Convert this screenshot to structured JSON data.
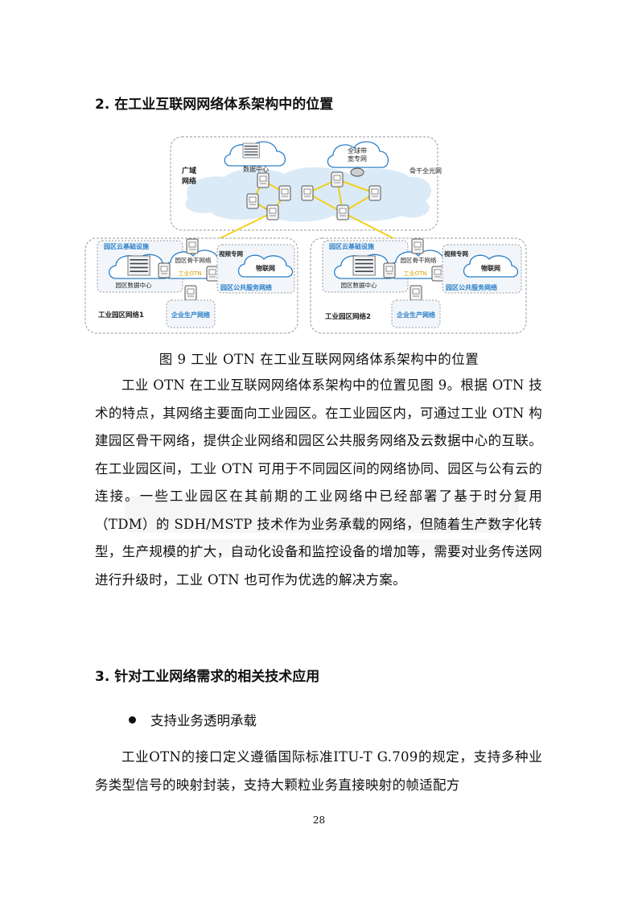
{
  "sections": {
    "sec2_title": "2. 在工业互联网网络体系架构中的位置",
    "sec3_title": "3. 针对工业网络需求的相关技术应用"
  },
  "figure": {
    "wan_label_line1": "广域",
    "wan_label_line2": "网络",
    "datacenter_cloud": "数据中心",
    "broadband_line1": "全球带",
    "broadband_line2": "宽专网",
    "backbone_optical": "骨干全光网",
    "parks": [
      {
        "cloud_infra": "园区云基础设施",
        "datacenter": "园区数据中心",
        "backbone": "园区骨干网络",
        "otn": "工业OTN",
        "video": "视频专网",
        "iot": "物联网",
        "public_service": "园区公共服务网络",
        "enterprise": "企业生产网络",
        "park_name": "工业园区网络1"
      },
      {
        "cloud_infra": "园区云基础设施",
        "datacenter": "园区数据中心",
        "backbone": "园区骨干网络",
        "otn": "工业OTN",
        "video": "视频专网",
        "iot": "物联网",
        "public_service": "园区公共服务网络",
        "enterprise": "企业生产网络",
        "park_name": "工业园区网络2"
      }
    ]
  },
  "caption": "图 9  工业 OTN 在工业互联网网络体系架构中的位置",
  "paragraph1": "工业 OTN 在工业互联网网络体系架构中的位置见图 9。根据 OTN 技术的特点，其网络主要面向工业园区。在工业园区内，可通过工业 OTN 构建园区骨干网络，提供企业网络和园区公共服务网络及云数据中心的互联。在工业园区间，工业 OTN 可用于不同园区间的网络协同、园区与公有云的连接。一些工业园区在其前期的工业网络中已经部署了基于时分复用（TDM）的 SDH/MSTP 技术作为业务承载的网络，但随着生产数字化转型，生产规模的扩大，自动化设备和监控设备的增加等，需要对业务传送网进行升级时，工业 OTN 也可作为优选的解决方案。",
  "bullet1": "支持业务透明承载",
  "paragraph2": "工业OTN的接口定义遵循国际标准ITU-T G.709的规定，支持多种业务类型信号的映射封装，支持大颗粒业务直接映射的帧适配方",
  "page_number": "28",
  "colors": {
    "accent_blue": "#2a7fc8",
    "cloud_fill": "#dbeaf7",
    "dashed_border": "#9a9a9a",
    "link_green": "#8cc63f",
    "link_red": "#e8382f",
    "link_yellow": "#f2d21b"
  }
}
